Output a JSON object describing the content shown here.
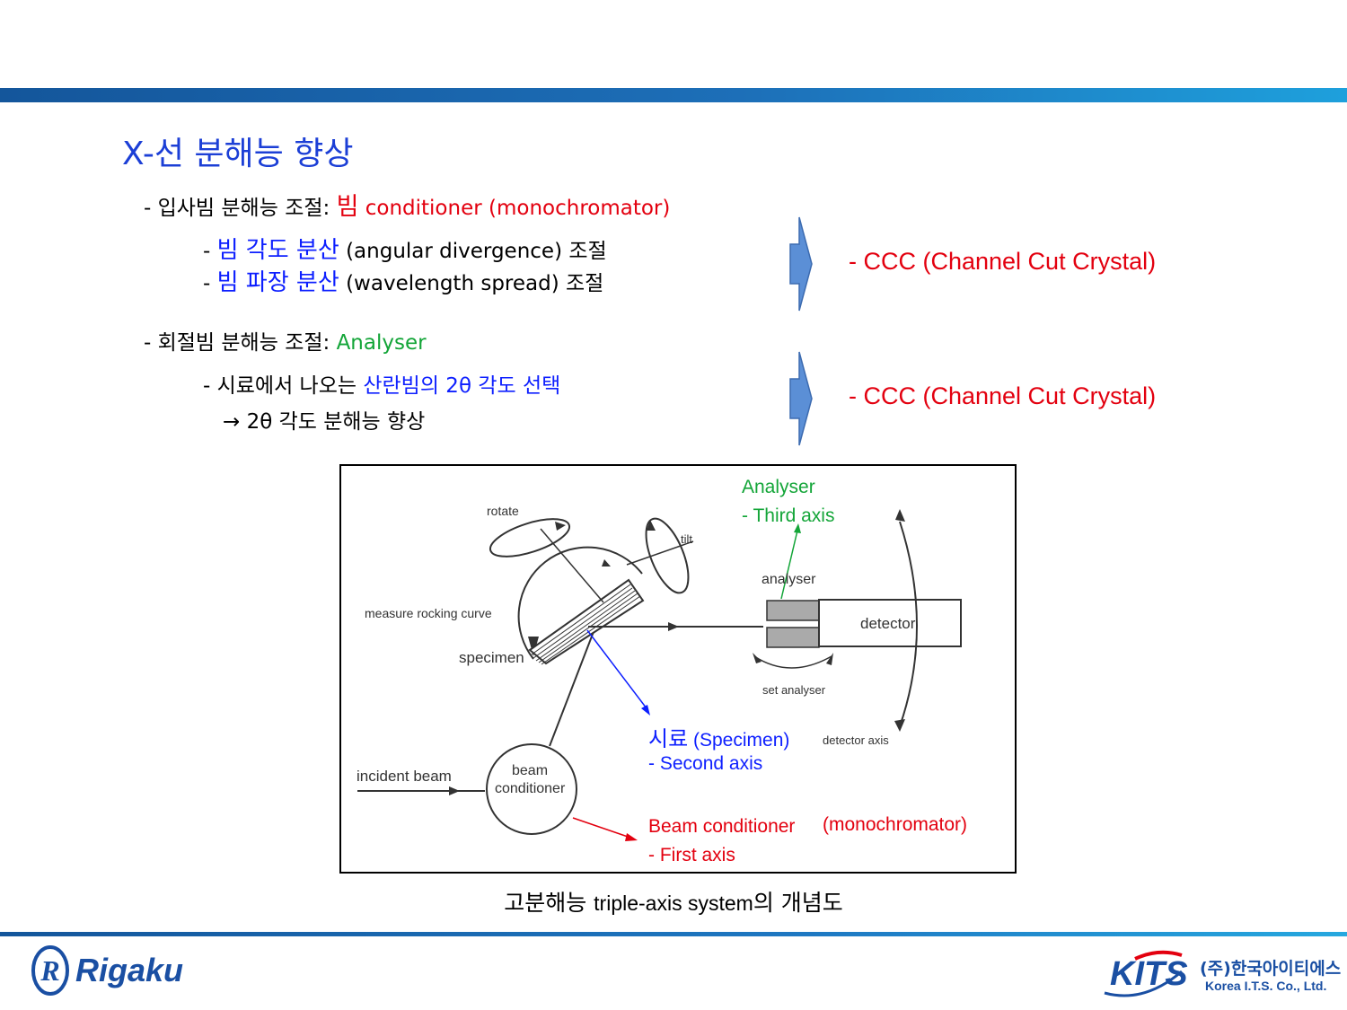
{
  "title": "X-선 분해능 향상",
  "incident": {
    "prefix": "- 입사빔 분해능 조절: ",
    "beam": "빔",
    "rest": " conditioner (monochromator)",
    "items": [
      {
        "dash": "- ",
        "term": "빔 각도 분산",
        "rest": " (angular divergence) 조절"
      },
      {
        "dash": "- ",
        "term": "빔 파장 분산",
        "rest": " (wavelength spread) 조절"
      }
    ],
    "result": "- CCC (Channel Cut Crystal)"
  },
  "diffracted": {
    "prefix": "- 회절빔 분해능 조절: ",
    "analyser": "Analyser",
    "item_dash": "- 시료에서 나오는 ",
    "item_term": "산란빔의 2θ 각도 선택",
    "item2": "→ 2θ 각도 분해능 향상",
    "result": "- CCC (Channel Cut Crystal)"
  },
  "diagram": {
    "rotate": "rotate",
    "tilt": "tilt",
    "measure": "measure rocking curve",
    "specimen": "specimen",
    "analyser": "analyser",
    "detector": "detector",
    "set_analyser": "set analyser",
    "detector_axis": "detector axis",
    "incident_beam": "incident beam",
    "beam": "beam",
    "conditioner": "conditioner",
    "ann_analyser": "Analyser",
    "ann_third": "- Third axis",
    "ann_specimen_ko": "시료",
    "ann_specimen_en": " (Specimen)",
    "ann_second": "- Second axis",
    "ann_beam": "Beam conditioner",
    "ann_mono": "(monochromator)",
    "ann_first": "- First axis"
  },
  "caption": {
    "a": "고분해능 ",
    "b": "triple-axis system",
    "c": "의 개념도"
  },
  "footer": {
    "rigaku": "Rigaku",
    "kits": "KITS",
    "kits_ko": "(주)한국아이티에스",
    "kits_en": "Korea I.T.S. Co., Ltd."
  },
  "colors": {
    "title": "#1c3fd6",
    "red": "#e3000f",
    "blue": "#0d1fff",
    "green": "#13a538",
    "arrow": "#5b8fd6",
    "bar": "#14569b"
  }
}
